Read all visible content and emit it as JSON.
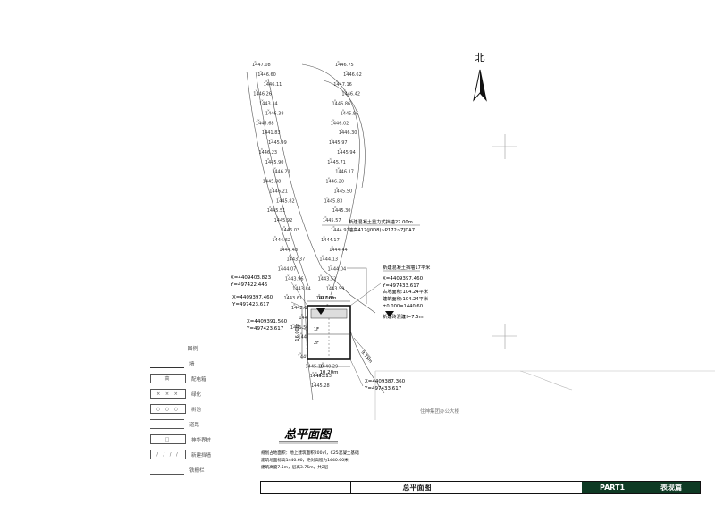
{
  "north_label": "北",
  "plan_title": "总平面图",
  "plan_notes": [
    "规划占地面积：地上建筑面积200㎡，C25混凝土基础",
    "建筑地面标高1440.60，绝对高程为1440.60米",
    "建筑高度7.5m，层高3.75m，共2层"
  ],
  "survey_points": [
    "1447.08",
    "1446.75",
    "1446.60",
    "1446.62",
    "1446.11",
    "1447.16",
    "1446.26",
    "1446.42",
    "1443.34",
    "1446.86",
    "1446.38",
    "1445.86",
    "1445.68",
    "1446.02",
    "1441.83",
    "1446.30",
    "1445.99",
    "1445.97",
    "1446.23",
    "1445.94",
    "1445.90",
    "1445.71",
    "1446.21",
    "1446.17",
    "1445.88",
    "1446.20",
    "1446.21",
    "1445.50",
    "1445.82",
    "1445.83",
    "1445.51",
    "1445.30",
    "1445.92",
    "1445.57",
    "1446.03",
    "1444.91",
    "1444.62",
    "1444.17",
    "1444.48",
    "1444.44",
    "1443.37",
    "1444.13",
    "1444.07",
    "1444.04",
    "1443.96",
    "1443.52",
    "1443.84",
    "1443.59",
    "1443.61",
    "1442.81",
    "1442.64",
    "1442.65",
    "1442.25",
    "1443.27",
    "1441.56",
    "1440.87",
    "1443.18",
    "1441.63",
    "1440.76",
    "1445.38",
    "1445.28",
    "1445.57",
    "1445.18",
    "1440.29",
    "1445.13",
    "1445.21",
    "1445.28"
  ],
  "coords": [
    {
      "x": "X=4409403.823",
      "y": "Y=497422.446"
    },
    {
      "x": "X=4409397.460",
      "y": "Y=497423.617"
    },
    {
      "x": "X=4409391.560",
      "y": "Y=497423.617"
    },
    {
      "x": "X=4409397.460",
      "y": "Y=497433.617"
    },
    {
      "x": "X=4409387.360",
      "y": "Y=497433.617"
    }
  ],
  "callouts": {
    "top_line1": "新建混凝土重力式挡墙27.00m",
    "top_line2": "墙高417(J0D8)~P172~ZJDA7",
    "mid_title": "新建混凝土挡墙17平米",
    "area_land": "占地面积:104.24平米",
    "area_build": "建筑面积:104.24平米",
    "elevation": "±0.000=1440.60",
    "height_label": "新建砖混建",
    "height_value": "H=7.5m"
  },
  "dims": {
    "top": "10.00m",
    "side": "9.75m",
    "left": "16.00m",
    "bottom": "10.20m"
  },
  "building_labels": {
    "floor_a": "1F",
    "floor_b": "2F"
  },
  "neighbor_label": "住神集团办公大楼",
  "legend": {
    "title": "图例",
    "items": [
      {
        "symbol": "",
        "label": "墙"
      },
      {
        "symbol": "高",
        "label": "配电箱"
      },
      {
        "symbol": "× × ×",
        "label": "绿化"
      },
      {
        "symbol": "○ ○ ○",
        "label": "树池"
      },
      {
        "symbol": "",
        "label": "道路"
      },
      {
        "symbol": "□",
        "label": "神华界桩"
      },
      {
        "symbol": "/ / / /",
        "label": "新建挡墙"
      },
      {
        "symbol": "",
        "label": "铁栅栏"
      }
    ]
  },
  "title_bar": {
    "center": "总平面图",
    "part": "PART1",
    "section": "表现篇"
  }
}
